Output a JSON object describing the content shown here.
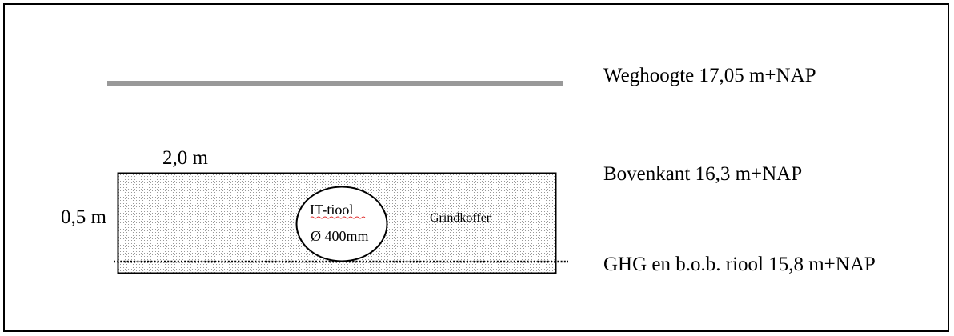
{
  "levels": {
    "road": "Weghoogte 17,05 m+NAP",
    "top": "Bovenkant 16,3 m+NAP",
    "bottom": "GHG en b.o.b. riool 15,8 m+NAP"
  },
  "dimensions": {
    "width": "2,0 m",
    "height": "0,5 m"
  },
  "pipe": {
    "name": "IT-tiool",
    "diameter": "Ø 400mm"
  },
  "fill_label": "Grindkoffer",
  "colors": {
    "road_line": "#999999",
    "border": "#000000",
    "dots": "#9a9a9a",
    "spellcheck": "#e03030"
  }
}
